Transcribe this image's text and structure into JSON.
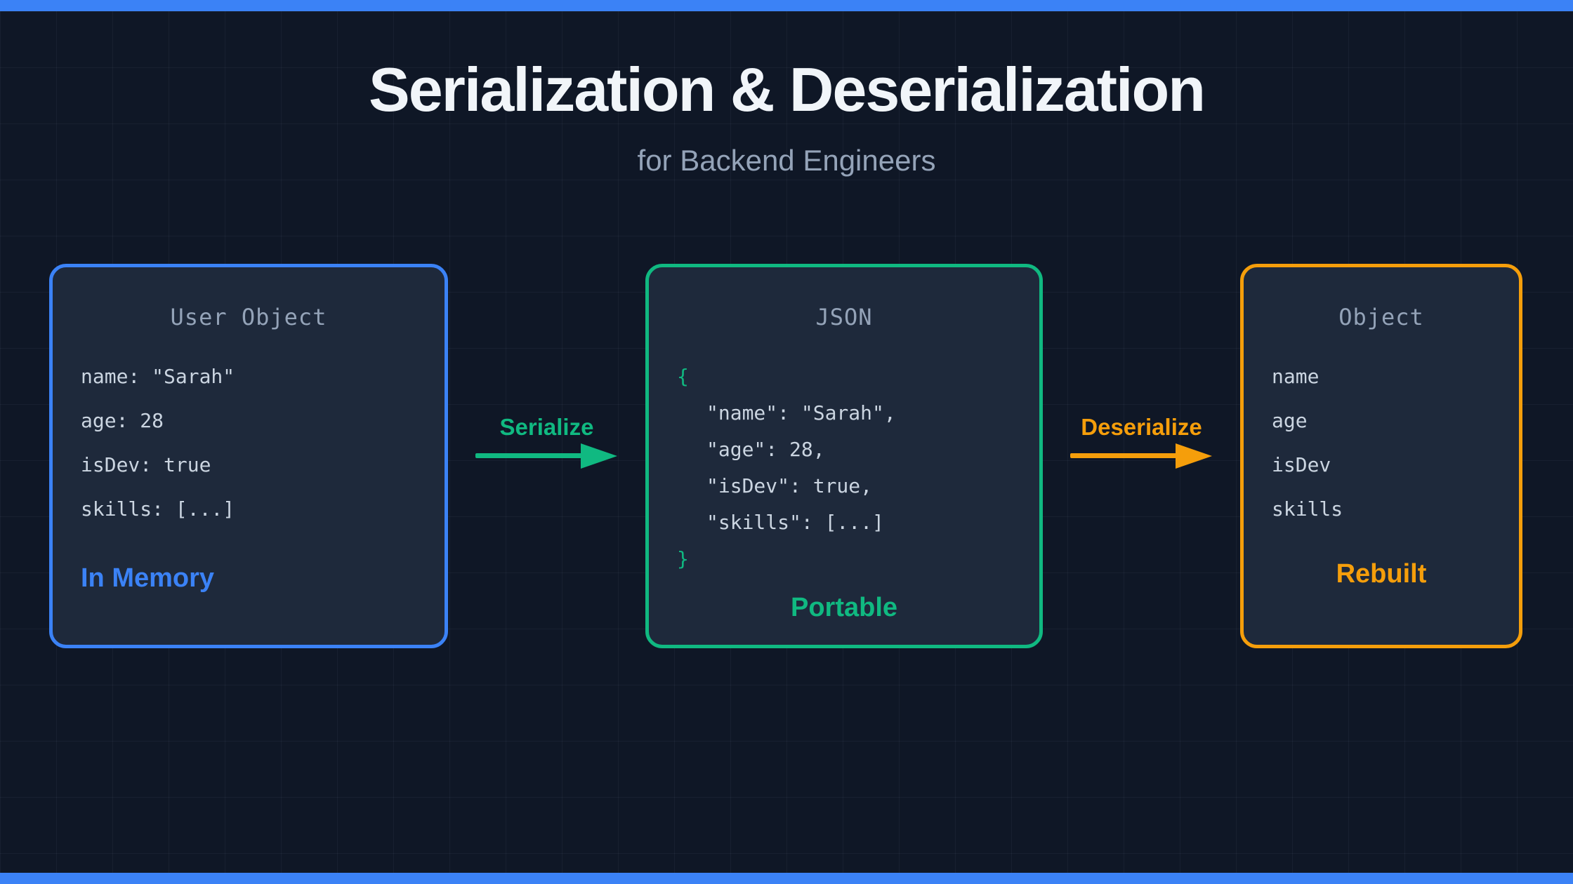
{
  "header": {
    "title": "Serialization & Deserialization",
    "subtitle": "for Backend Engineers"
  },
  "colors": {
    "accent_bar": "#3b82f6",
    "blue": "#3b82f6",
    "green": "#10b981",
    "orange": "#f59e0b",
    "card_background": "#1e293b",
    "page_background": "#0f1726",
    "heading_text": "#f1f5f9",
    "muted_text": "#94a3b8",
    "code_text": "#cbd5e1"
  },
  "cards": [
    {
      "title": "User Object",
      "lines": [
        "name: \"Sarah\"",
        "age: 28",
        "isDev: true",
        "skills: [...]"
      ],
      "label": "In Memory",
      "accent_color": "#3b82f6"
    },
    {
      "title": "JSON",
      "brace_open": "{",
      "lines": [
        "\"name\": \"Sarah\",",
        "\"age\": 28,",
        "\"isDev\": true,",
        "\"skills\": [...]"
      ],
      "brace_close": "}",
      "label": "Portable",
      "accent_color": "#10b981"
    },
    {
      "title": "Object",
      "lines": [
        "name",
        "age",
        "isDev",
        "skills"
      ],
      "label": "Rebuilt",
      "accent_color": "#f59e0b"
    }
  ],
  "arrows": [
    {
      "label": "Serialize",
      "color": "#10b981"
    },
    {
      "label": "Deserialize",
      "color": "#f59e0b"
    }
  ]
}
